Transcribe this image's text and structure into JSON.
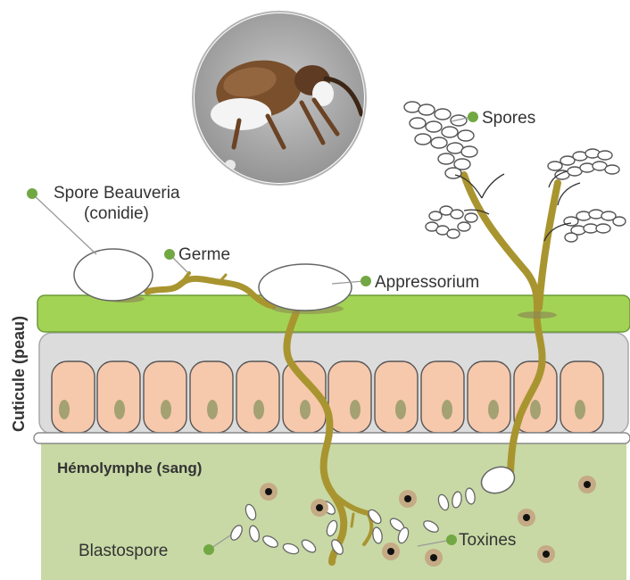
{
  "labels": {
    "spore_line1": "Spore Beauveria",
    "spore_line2": "(conidie)",
    "germe": "Germe",
    "appressorium": "Appressorium",
    "spores": "Spores",
    "cuticule": "Cuticule (peau)",
    "hemolymphe": "Hémolymphe (sang)",
    "blastospore": "Blastospore",
    "toxines": "Toxines"
  },
  "colors": {
    "cuticle_green": "#a3d355",
    "epidermis_gray": "#dcdcdc",
    "cell_fill": "#f6c8ac",
    "nucleus": "#a4a172",
    "hemolymph": "#c8d9a5",
    "hypha": "#a99530",
    "marker_green": "#72a843",
    "toxin_ring": "#c5aa86"
  },
  "icons": {
    "photo": "weevil-photo",
    "marker": "green-dot-marker"
  }
}
